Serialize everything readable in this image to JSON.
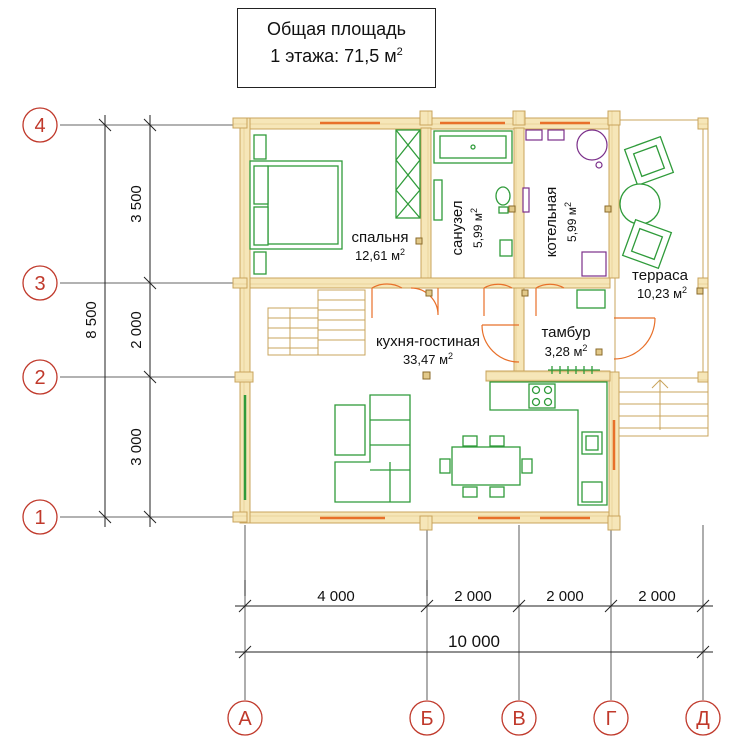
{
  "title": {
    "line1": "Общая площадь",
    "line2": "1 этажа: 71,5 м",
    "line2_sup": "2"
  },
  "rooms": [
    {
      "id": "bedroom",
      "name": "спальня",
      "area": "12,61 м"
    },
    {
      "id": "bathroom",
      "name": "санузел",
      "area": "5,99 м"
    },
    {
      "id": "boiler",
      "name": "котельная",
      "area": "5,99 м"
    },
    {
      "id": "terrace",
      "name": "терраса",
      "area": "10,23 м"
    },
    {
      "id": "kitchen",
      "name": "кухня-гостиная",
      "area": "33,47 м"
    },
    {
      "id": "vestibule",
      "name": "тамбур",
      "area": "3,28 м"
    }
  ],
  "area_sup": "2",
  "axes_rows": [
    "4",
    "3",
    "2",
    "1"
  ],
  "axes_cols": [
    "А",
    "Б",
    "В",
    "Г",
    "Д"
  ],
  "dims_vertical": {
    "segments": [
      "3 500",
      "2 000",
      "3 000"
    ],
    "total": "8 500"
  },
  "dims_horizontal": {
    "segments": [
      "4 000",
      "2 000",
      "2 000",
      "2 000"
    ],
    "total": "10 000"
  },
  "colors": {
    "wall_fill": "#f6e6b8",
    "wall_line": "#c9a45c",
    "furniture": "#2f9b3a",
    "window": "#e8702a",
    "axis": "#c0392b",
    "dim": "#222222"
  }
}
